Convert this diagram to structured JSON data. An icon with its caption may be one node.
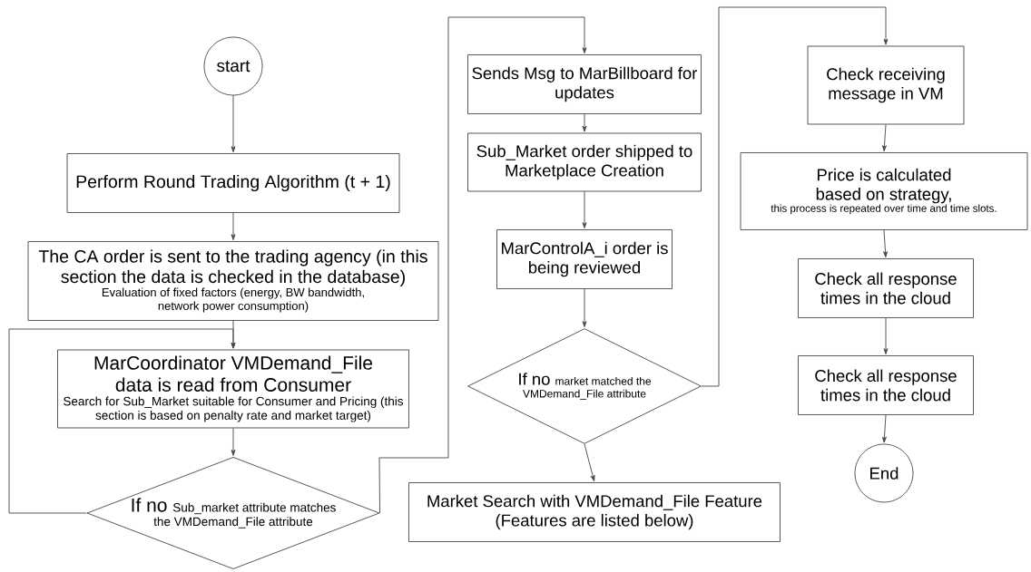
{
  "diagram": {
    "nodes": [
      {
        "text": [
          "start"
        ]
      },
      {
        "text": [
          "Perform Round Trading Algorithm (t + 1)"
        ]
      },
      {
        "text": [
          "The CA order is sent to the trading agency (in this section the data is checked in the database)",
          "Evaluation of fixed factors (energy, BW bandwidth, network power consumption)"
        ]
      },
      {
        "text": [
          "MarCoordinator VMDemand_File data is read from Consumer",
          "Search for Sub_Market suitable for Consumer and Pricing (this section is based on penalty rate and market target)"
        ]
      },
      {
        "text": [
          "If no",
          "Sub_market attribute matches the VMDemand_File attribute"
        ]
      },
      {
        "text": [
          "Sends Msg to MarBillboard for updates"
        ]
      },
      {
        "text": [
          "Sub_Market order shipped to Marketplace Creation"
        ]
      },
      {
        "text": [
          "MarControlA_i order is being reviewed"
        ]
      },
      {
        "text": [
          "If no",
          "market matched the VMDemand_File attribute"
        ]
      },
      {
        "text": [
          "Market Search with VMDemand_File Feature (Features are listed below)"
        ]
      },
      {
        "text": [
          "Check receiving message in VM"
        ]
      },
      {
        "text": [
          "Price is calculated based on strategy,",
          "this process is repeated over time and time slots."
        ]
      },
      {
        "text": [
          "Check all response times in the cloud"
        ]
      },
      {
        "text": [
          "Check all response times in the cloud"
        ]
      },
      {
        "text": [
          "End"
        ]
      }
    ],
    "edges": [
      {
        "from": 0,
        "to": 1,
        "arrow": "to"
      },
      {
        "from": 1,
        "to": 2,
        "arrow": "to"
      },
      {
        "from": 2,
        "to": 3,
        "arrow": "to"
      },
      {
        "from": 3,
        "to": 4,
        "arrow": "to"
      },
      {
        "from": 4,
        "to": 3,
        "arrow": "to"
      },
      {
        "from": 4,
        "to": 5,
        "arrow": "to"
      },
      {
        "from": 5,
        "to": 6,
        "arrow": "to"
      },
      {
        "from": 6,
        "to": 7,
        "arrow": "to"
      },
      {
        "from": 7,
        "to": 8,
        "arrow": "to"
      },
      {
        "from": 8,
        "to": 9,
        "arrow": "to"
      },
      {
        "from": 8,
        "to": 10,
        "arrow": "to"
      },
      {
        "from": 10,
        "to": 11,
        "arrow": "to"
      },
      {
        "from": 11,
        "to": 12,
        "arrow": "to"
      },
      {
        "from": 12,
        "to": 13,
        "arrow": "to"
      },
      {
        "from": 13,
        "to": 14,
        "arrow": "to"
      }
    ]
  }
}
